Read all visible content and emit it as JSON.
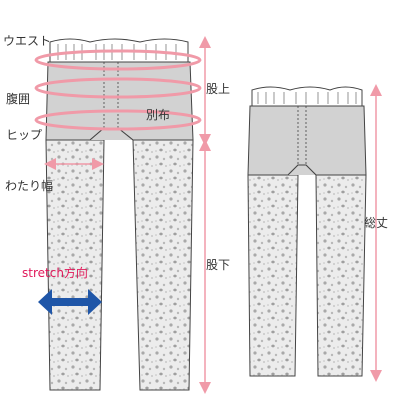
{
  "labels": {
    "waist": "ウエスト",
    "belly": "腹囲",
    "hip": "ヒップ",
    "thigh": "わたり幅",
    "stretch": "stretch方向",
    "separate_fabric": "別布",
    "rise": "股上",
    "inseam": "股下",
    "total_length": "総丈"
  },
  "colors": {
    "measure_pink": "#f09aa8",
    "stretch_text": "#e0195a",
    "stretch_arrow": "#1f56a8",
    "panel_gray": "#d2d2d2",
    "lace_fill": "#e8e8e8",
    "outline": "#444444"
  }
}
